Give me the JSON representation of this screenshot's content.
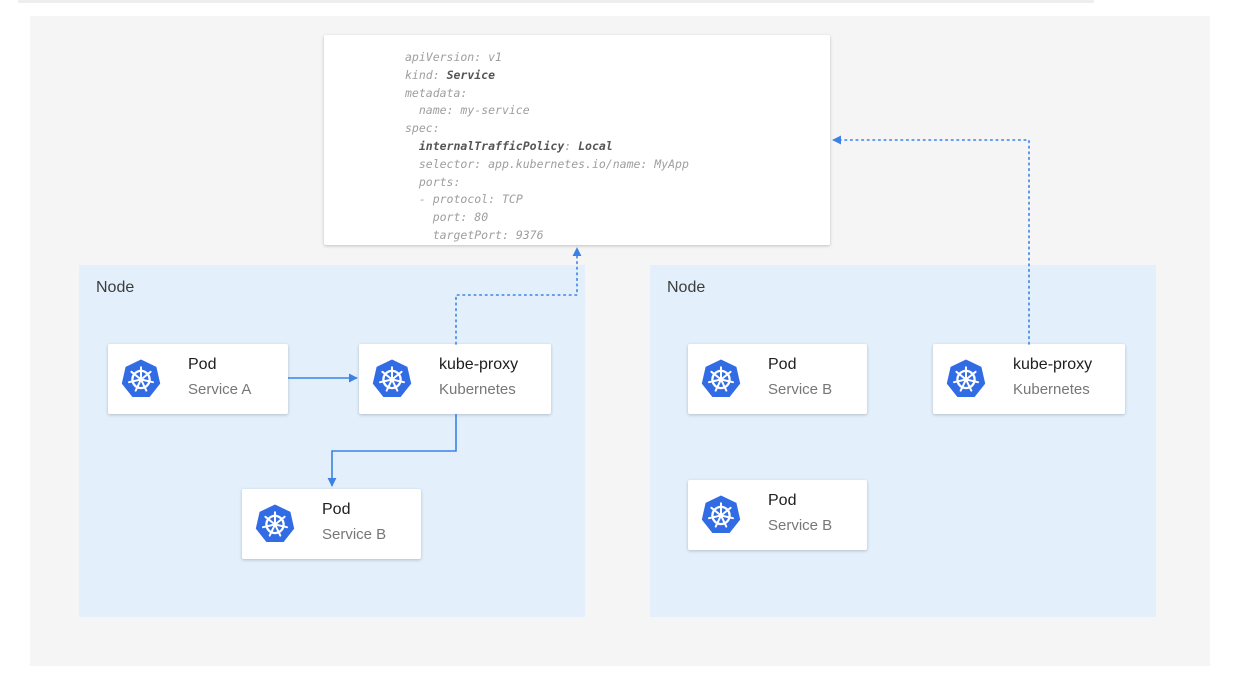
{
  "diagram": {
    "yaml": {
      "lines": [
        {
          "indent": 0,
          "key": "apiVersion",
          "value": "v1",
          "bold": false
        },
        {
          "indent": 0,
          "key": "kind",
          "value": "Service",
          "bold": "value"
        },
        {
          "indent": 0,
          "key": "metadata",
          "value": "",
          "bold": false
        },
        {
          "indent": 1,
          "key": "name",
          "value": "my-service",
          "bold": false
        },
        {
          "indent": 0,
          "key": "spec",
          "value": "",
          "bold": false
        },
        {
          "indent": 1,
          "key": "internalTrafficPolicy",
          "value": "Local",
          "bold": "all"
        },
        {
          "indent": 1,
          "key": "selector",
          "value": "app.kubernetes.io/name: MyApp",
          "bold": false
        },
        {
          "indent": 1,
          "key": "ports",
          "value": "",
          "bold": false
        },
        {
          "indent": 1,
          "key": "- protocol",
          "value": "TCP",
          "bold": false
        },
        {
          "indent": 2,
          "key": "port",
          "value": "80",
          "bold": false
        },
        {
          "indent": 2,
          "key": "targetPort",
          "value": "9376",
          "bold": false
        }
      ]
    },
    "nodes": [
      {
        "label": "Node",
        "cards": [
          {
            "id": "pod-service-a",
            "title": "Pod",
            "subtitle": "Service A"
          },
          {
            "id": "kube-proxy-left",
            "title": "kube-proxy",
            "subtitle": "Kubernetes"
          },
          {
            "id": "pod-service-b-left",
            "title": "Pod",
            "subtitle": "Service B"
          }
        ]
      },
      {
        "label": "Node",
        "cards": [
          {
            "id": "pod-service-b-right-top",
            "title": "Pod",
            "subtitle": "Service B"
          },
          {
            "id": "kube-proxy-right",
            "title": "kube-proxy",
            "subtitle": "Kubernetes"
          },
          {
            "id": "pod-service-b-right-bottom",
            "title": "Pod",
            "subtitle": "Service B"
          }
        ]
      }
    ],
    "colors": {
      "k8s_blue": "#326ce5",
      "arrow_blue": "#3b82e6",
      "node_bg": "#e3f0fc",
      "canvas_bg": "#f5f5f5"
    },
    "icon": "kubernetes-helm-icon"
  }
}
